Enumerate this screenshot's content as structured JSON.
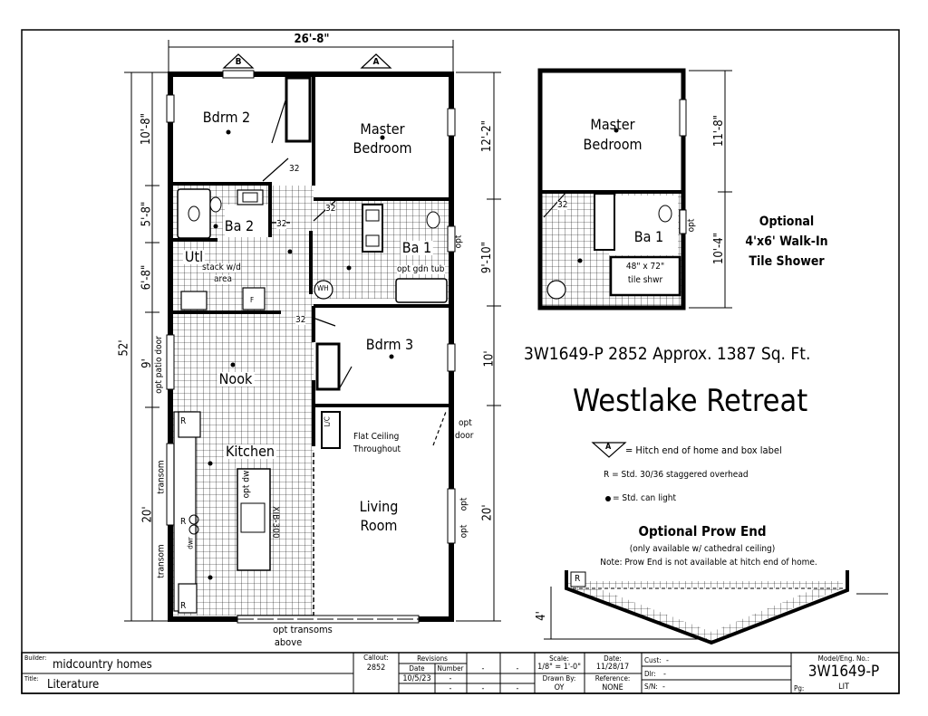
{
  "top_dimension": "26'-8\"",
  "overall_length": "52'",
  "section_markers": [
    "B",
    "A"
  ],
  "left_dimensions": [
    "10'-8\"",
    "5'-8\"",
    "6'-8\"",
    "9'",
    "20'"
  ],
  "right_dimensions": [
    "12'-2\"",
    "9'-10\"",
    "10'",
    "20'"
  ],
  "rooms": {
    "bdrm2": "Bdrm 2",
    "master_line1": "Master",
    "master_line2": "Bedroom",
    "ba2": "Ba 2",
    "ba1": "Ba 1",
    "utl": "Utl",
    "bdrm3": "Bdrm 3",
    "nook": "Nook",
    "kitchen": "Kitchen",
    "living_line1": "Living",
    "living_line2": "Room"
  },
  "labels": {
    "door_32": "32",
    "stack_line1": "stack w/d",
    "stack_line2": "area",
    "opt_gdn_tub": "opt gdn tub",
    "opt": "opt",
    "wh": "WH",
    "opt_patio_door": "opt patio door",
    "flat_ceiling_line1": "Flat Ceiling",
    "flat_ceiling_line2": "Throughout",
    "opt_door_line1": "opt",
    "opt_door_line2": "door",
    "transom": "transom",
    "opt_dw": "opt dw",
    "xib": "XIB-300",
    "dwr": "dwr",
    "r": "R",
    "lc": "L/C",
    "f": "F",
    "opt_transoms_line1": "opt transoms",
    "opt_transoms_line2": "above"
  },
  "option_plan": {
    "master_line1": "Master",
    "master_line2": "Bedroom",
    "ba1": "Ba 1",
    "door_32": "32",
    "opt": "opt",
    "shower_line1": "48\" x 72\"",
    "shower_line2": "tile shwr",
    "dim_upper": "11'-8\"",
    "dim_lower": "10'-4\"",
    "caption_line1": "Optional",
    "caption_line2": "4'x6' Walk-In",
    "caption_line3": "Tile Shower"
  },
  "model_line": "3W1649-P 2852 Approx. 1387 Sq. Ft.",
  "plan_name": "Westlake Retreat",
  "legend": {
    "marker": "A",
    "hitch": "= Hitch end of home and box label",
    "overhead": "R = Std. 30/36 staggered overhead",
    "can_light": "= Std. can light"
  },
  "prow": {
    "title": "Optional Prow End",
    "note1": "(only available w/ cathedral ceiling)",
    "note2": "Note: Prow End is not available at hitch end of home.",
    "dim": "4'",
    "r": "R"
  },
  "title_block": {
    "builder_label": "Builder:",
    "builder": "midcountry homes",
    "title_label": "Title:",
    "title": "Literature",
    "callout_label": "Callout:",
    "callout": "2852",
    "revisions_label": "Revisions",
    "date_label": "Date",
    "number_label": "Number",
    "rev_date": "10/5/23",
    "dash": "-",
    "scale_label": "Scale:",
    "scale": "1/8\" = 1'-0\"",
    "date_hdr": "Date:",
    "date": "11/28/17",
    "drawn_label": "Drawn By:",
    "drawn": "OY",
    "ref_label": "Reference:",
    "ref": "NONE",
    "cust_label": "Cust:",
    "cust": "-",
    "dlr_label": "Dlr:",
    "dlr": "-",
    "sn_label": "S/N:",
    "sn": "-",
    "model_label": "Model/Eng. No.:",
    "model": "3W1649-P",
    "pg_label": "Pg:",
    "pg": "LIT"
  }
}
